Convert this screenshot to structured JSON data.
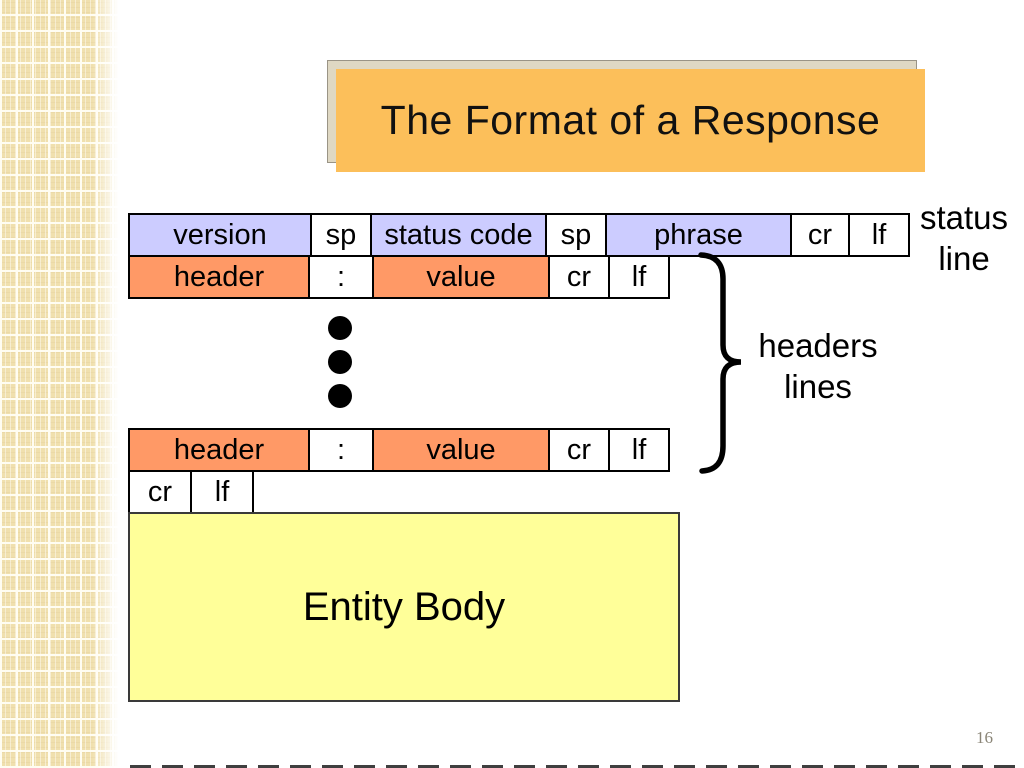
{
  "slide_title": "The Format of a Response",
  "page_number": "16",
  "annotations": {
    "status_line": [
      "status",
      "line"
    ],
    "headers_lines": [
      "headers",
      "lines"
    ]
  },
  "diagram": {
    "status_row": {
      "cells": [
        {
          "label": "version"
        },
        {
          "label": "sp"
        },
        {
          "label": "status code"
        },
        {
          "label": "sp"
        },
        {
          "label": "phrase"
        },
        {
          "label": "cr"
        },
        {
          "label": "lf"
        }
      ]
    },
    "header_row_top": {
      "cells": [
        {
          "label": "header"
        },
        {
          "label": ":"
        },
        {
          "label": "value"
        },
        {
          "label": "cr"
        },
        {
          "label": "lf"
        }
      ]
    },
    "ellipsis_dot_count": 3,
    "header_row_bottom": {
      "cells": [
        {
          "label": "header"
        },
        {
          "label": ":"
        },
        {
          "label": "value"
        },
        {
          "label": "cr"
        },
        {
          "label": "lf"
        }
      ]
    },
    "crlf_row": {
      "cells": [
        {
          "label": "cr"
        },
        {
          "label": "lf"
        }
      ]
    },
    "entity_body_label": "Entity Body"
  },
  "colors": {
    "status_cell_fill": "#ccccff",
    "header_cell_fill": "#ff9966",
    "plain_cell_fill": "#ffffff",
    "entity_body_fill": "#ffff99",
    "title_fill": "#fcbf5a",
    "title_shadow_fill": "#dfd8c3",
    "left_strip_fill": "#f0e0ae"
  }
}
